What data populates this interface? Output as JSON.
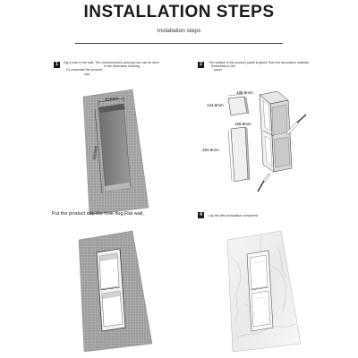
{
  "header": {
    "title": "INSTALLATION STEPS",
    "subtitle": "Installation steps"
  },
  "steps": [
    {
      "number": "1",
      "text_line1": "Dig a hole in the wall, The recommended opening size can be seen",
      "text_line2": "in the dimension drawing",
      "text_line3": "Or customize the product",
      "text_line4": "size",
      "dim_width": "203mm",
      "dim_height": "603mm"
    },
    {
      "number": "2",
      "text_line1": "The surface of the product panel is glued,Then the decorative material",
      "text_line2": "Embedded in the",
      "text_line3": "panel",
      "dim_top": "188.8mm",
      "dim_side": "144.8mm",
      "dim_mid": "188.8mm",
      "dim_low": "294.8mm"
    },
    {
      "text": "Put the product into the hole dug,Flat wall,"
    },
    {
      "number": "4",
      "text": "Lay the tiles,Installation completed"
    }
  ]
}
